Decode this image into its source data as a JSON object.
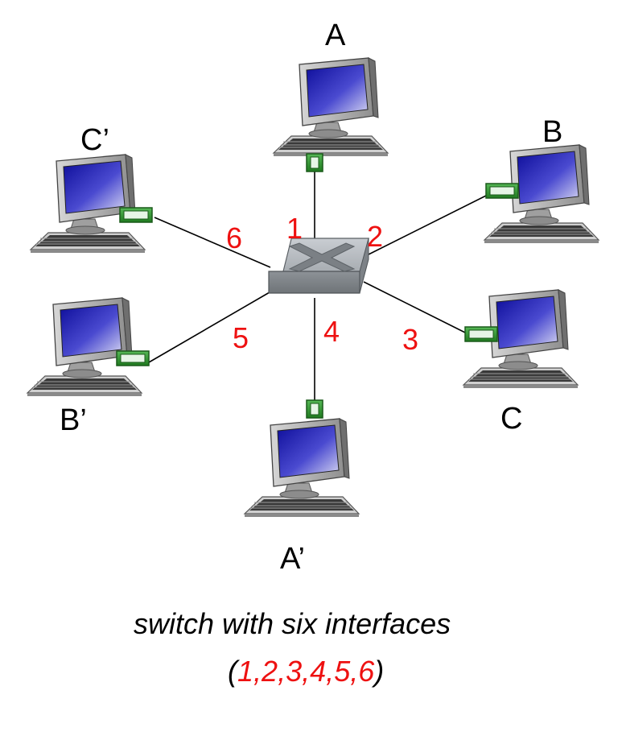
{
  "colors": {
    "port_number": "#ee1111",
    "link": "#000000",
    "nic_fill": "#2f9a2f",
    "screen_blue": "#1a1aa8",
    "monitor_body": "#b9b9b9",
    "switch_body": "#9ea3a8"
  },
  "hosts": [
    {
      "id": "A",
      "label": "A"
    },
    {
      "id": "B",
      "label": "B"
    },
    {
      "id": "C",
      "label": "C"
    },
    {
      "id": "A-prime",
      "label": "A’"
    },
    {
      "id": "B-prime",
      "label": "B’"
    },
    {
      "id": "C-prime",
      "label": "C’"
    }
  ],
  "ports": [
    "1",
    "2",
    "3",
    "4",
    "5",
    "6"
  ],
  "caption": {
    "line1": "switch with six interfaces",
    "open_paren": "(",
    "close_paren": ")",
    "numbers": [
      "1",
      "2",
      "3",
      "4",
      "5",
      "6"
    ],
    "separator": ","
  },
  "icons": {
    "switch": "switch-icon",
    "computer": "desktop-computer-icon",
    "nic": "network-interface-icon"
  }
}
